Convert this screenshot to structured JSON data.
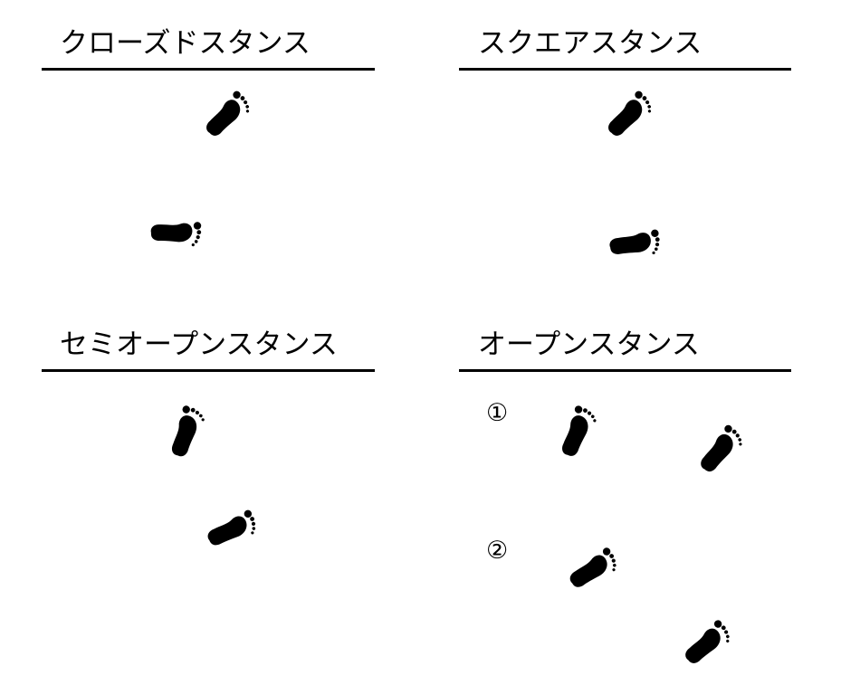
{
  "panels": {
    "closed": {
      "title": "クローズドスタンス"
    },
    "square": {
      "title": "スクエアスタンス"
    },
    "semi_open": {
      "title": "セミオープンスタンス"
    },
    "open": {
      "title": "オープンスタンス",
      "variants": [
        "①",
        "②"
      ]
    }
  },
  "icons": {
    "footprint": "footprint-icon"
  },
  "colors": {
    "ink": "#000000",
    "background": "#ffffff"
  }
}
